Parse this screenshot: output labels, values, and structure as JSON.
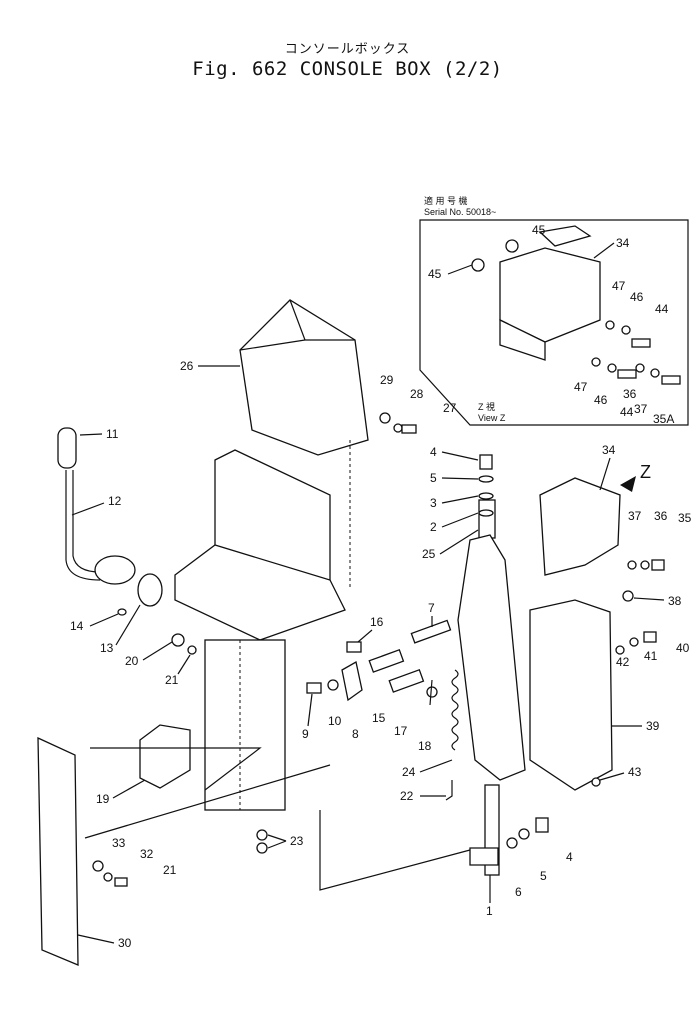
{
  "title_jp": "コンソールボックス",
  "title_en": "Fig. 662 CONSOLE BOX (2/2)",
  "inset": {
    "serial_jp": "適 用 号 機",
    "serial_label": "Serial No. 50018~",
    "view_jp": "Z 視",
    "view_label": "View Z",
    "callouts": [
      "45",
      "45",
      "34",
      "47",
      "46",
      "44",
      "47",
      "46",
      "44",
      "36",
      "37",
      "35A"
    ]
  },
  "z_marker": "Z",
  "callouts": {
    "p1": "1",
    "p2": "2",
    "p3": "3",
    "p4": "4",
    "p4b": "4",
    "p5": "5",
    "p5b": "5",
    "p6": "6",
    "p7": "7",
    "p8": "8",
    "p9": "9",
    "p10": "10",
    "p11": "11",
    "p12": "12",
    "p13": "13",
    "p14": "14",
    "p15": "15",
    "p16": "16",
    "p17": "17",
    "p18": "18",
    "p19": "19",
    "p20": "20",
    "p21": "21",
    "p21b": "21",
    "p22": "22",
    "p23": "23",
    "p24": "24",
    "p25": "25",
    "p26": "26",
    "p27": "27",
    "p28": "28",
    "p29": "29",
    "p30": "30",
    "p32": "32",
    "p33": "33",
    "p34": "34",
    "p35": "35",
    "p36": "36",
    "p37": "37",
    "p38": "38",
    "p39": "39",
    "p40": "40",
    "p41": "41",
    "p42": "42",
    "p43": "43"
  }
}
